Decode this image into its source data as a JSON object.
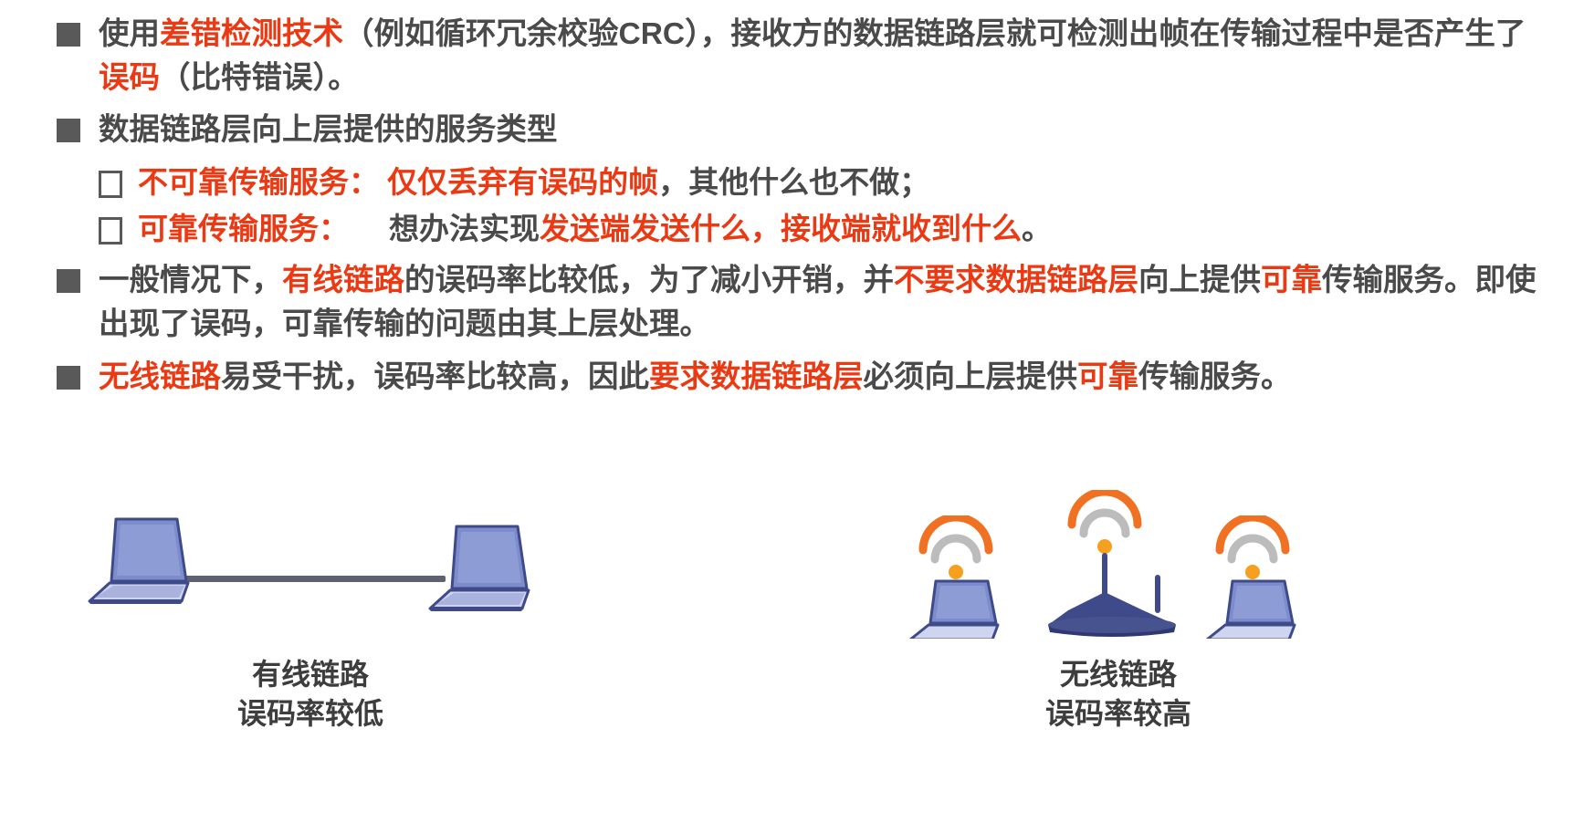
{
  "slide": {
    "bullets": [
      {
        "id": "error-detection",
        "marker": "filled-square",
        "segments": [
          {
            "text": "使用",
            "highlight": false
          },
          {
            "text": "差错检测技术",
            "highlight": true
          },
          {
            "text": "（例如循环冗余校验CRC），接收方的数据链路层就可检测出帧在传输过程中是否产生了",
            "highlight": false
          },
          {
            "text": "误码",
            "highlight": true
          },
          {
            "text": "（比特错误）。",
            "highlight": false
          }
        ]
      },
      {
        "id": "service-types",
        "marker": "filled-square",
        "segments": [
          {
            "text": "数据链路层向上层提供的服务类型",
            "highlight": false
          }
        ]
      },
      {
        "id": "unreliable-service",
        "marker": "hollow-square",
        "segments": [
          {
            "text": "不可靠传输服务：",
            "highlight": true
          },
          {
            "text": " ",
            "highlight": false
          },
          {
            "text": "仅仅丢弃有误码的帧",
            "highlight": true
          },
          {
            "text": "，其他什么也不做；",
            "highlight": false
          }
        ]
      },
      {
        "id": "reliable-service",
        "marker": "hollow-square",
        "segments": [
          {
            "text": "可靠传输服务：",
            "highlight": true
          },
          {
            "text": "__GAP__想办法实现",
            "highlight": false
          },
          {
            "text": "发送端发送什么，接收端就收到什么",
            "highlight": true
          },
          {
            "text": "。",
            "highlight": false
          }
        ]
      },
      {
        "id": "wired-low-ber",
        "marker": "filled-square",
        "segments": [
          {
            "text": "一般情况下，",
            "highlight": false
          },
          {
            "text": "有线链路",
            "highlight": true
          },
          {
            "text": "的误码率比较低，为了减小开销，并",
            "highlight": false
          },
          {
            "text": "不要求数据链路层",
            "highlight": true
          },
          {
            "text": "向上提供",
            "highlight": false
          },
          {
            "text": "可靠",
            "highlight": true
          },
          {
            "text": "传输服务。即使出现了误码，可靠传输的问题由其上层处理。",
            "highlight": false
          }
        ]
      },
      {
        "id": "wireless-high-ber",
        "marker": "filled-square",
        "segments": [
          {
            "text": "无线链路",
            "highlight": true
          },
          {
            "text": "易受干扰，误码率比较高，因此",
            "highlight": false
          },
          {
            "text": "要求数据链路层",
            "highlight": true
          },
          {
            "text": "必须向上层提供",
            "highlight": false
          },
          {
            "text": "可靠",
            "highlight": true
          },
          {
            "text": "传输服务。",
            "highlight": false
          }
        ]
      }
    ],
    "diagram": {
      "wired": {
        "caption": "有线链路\n误码率较低",
        "nodes": [
          {
            "name": "laptop-left",
            "type": "laptop"
          },
          {
            "name": "laptop-right",
            "type": "laptop"
          }
        ],
        "link": "ethernet-cable"
      },
      "wireless": {
        "caption": "无线链路\n误码率较高",
        "nodes": [
          {
            "name": "laptop-left",
            "type": "laptop-wifi"
          },
          {
            "name": "router",
            "type": "wireless-router"
          },
          {
            "name": "laptop-right",
            "type": "laptop-wifi"
          }
        ]
      }
    },
    "colors": {
      "highlight_red": "#ea3913",
      "body_gray": "#4a4a4a",
      "marker_gray": "#595959",
      "laptop_blue": "#7d8ccc",
      "laptop_outline": "#3f4a8a",
      "router_blue": "#3f4a8a",
      "cable_gray": "#5d6272",
      "wifi_orange": "#f07122",
      "wifi_gray": "#bcbcbc",
      "wifi_dot": "#f5a01e",
      "background": "#ffffff"
    }
  }
}
